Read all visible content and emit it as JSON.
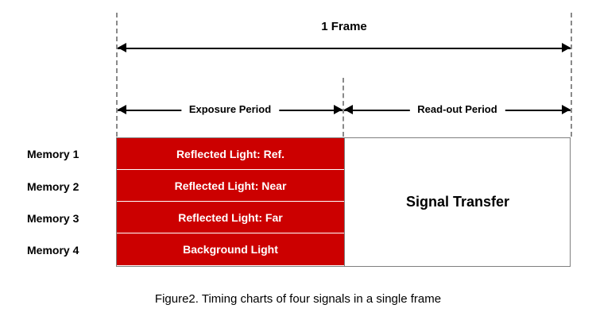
{
  "figure": {
    "frame_label": "1 Frame",
    "phases": [
      {
        "label": "Exposure Period"
      },
      {
        "label": "Read-out Period"
      }
    ],
    "row_labels": [
      "Memory 1",
      "Memory 2",
      "Memory 3",
      "Memory 4"
    ],
    "bars": [
      "Reflected Light: Ref.",
      "Reflected Light: Near",
      "Reflected Light: Far",
      "Background Light"
    ],
    "readout_block": "Signal Transfer",
    "caption": "Figure2. Timing charts of four signals in a single frame",
    "colors": {
      "bar_fill": "#cc0000",
      "bar_text": "#ffffff",
      "guide_line": "#8a8a8a",
      "border": "#7f7f7f",
      "background": "#ffffff"
    }
  }
}
